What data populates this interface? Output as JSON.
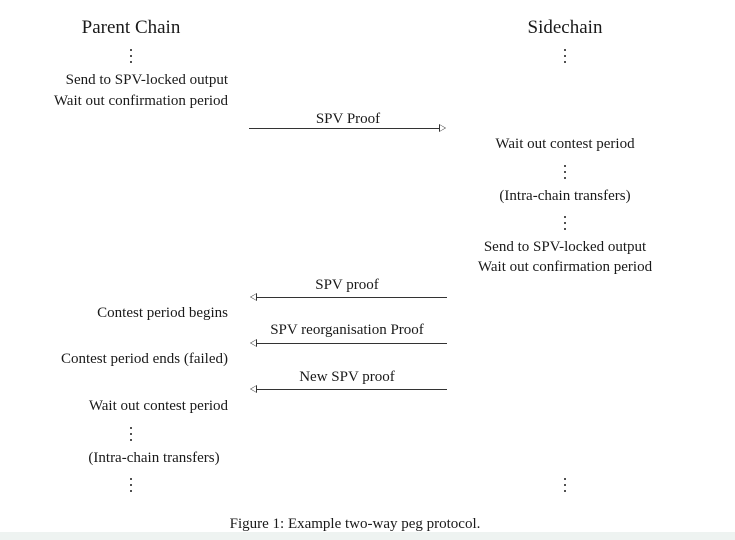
{
  "headers": {
    "left": "Parent Chain",
    "right": "Sidechain"
  },
  "parent": {
    "send": "Send to SPV-locked output",
    "wait_confirm": "Wait out confirmation period",
    "contest_begins": "Contest period begins",
    "contest_ends": "Contest period ends (failed)",
    "wait_contest": "Wait out contest period",
    "intra": "(Intra-chain transfers)"
  },
  "sidechain": {
    "wait_contest": "Wait out contest period",
    "intra": "(Intra-chain transfers)",
    "send": "Send to SPV-locked output",
    "wait_confirm": "Wait out confirmation period"
  },
  "messages": {
    "spv_proof_1": "SPV Proof",
    "spv_proof_2": "SPV proof",
    "reorg": "SPV reorganisation Proof",
    "new_proof": "New SPV proof"
  },
  "caption": "Figure 1: Example two-way peg protocol."
}
